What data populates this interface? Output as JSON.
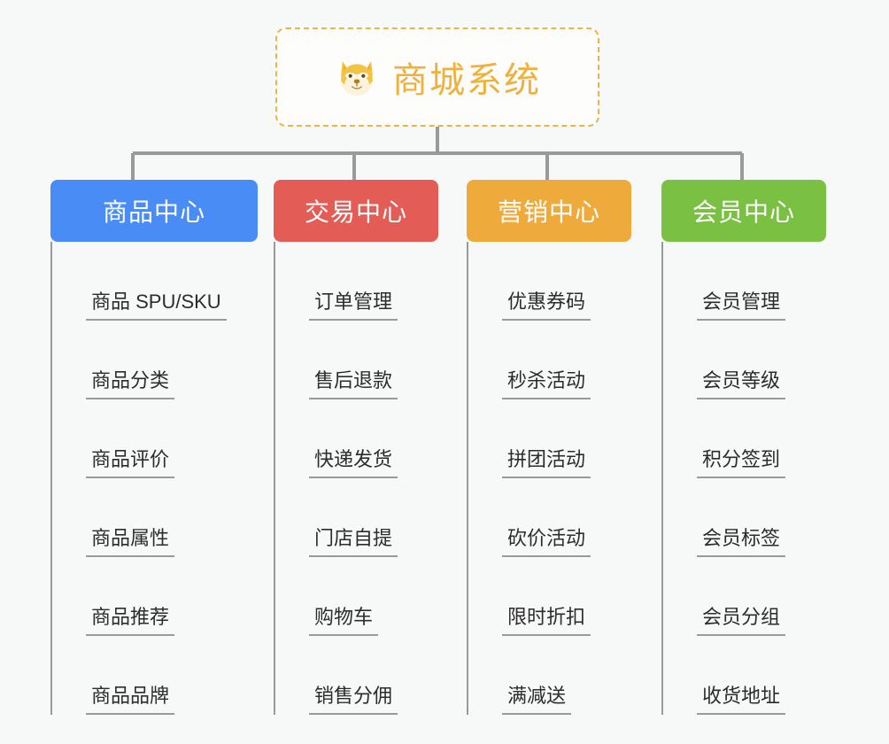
{
  "diagram": {
    "type": "mindmap",
    "background_color": "#f7f8f8",
    "root": {
      "title": "商城系统",
      "icon": "dog-face-emoji",
      "icon_glyph": "🐶",
      "text_color": "#f0b03c",
      "border_color": "#eeb344",
      "border_style": "dashed"
    },
    "connector_color": "#9a9a9a",
    "branches": [
      {
        "label": "商品中心",
        "color": "#4a8cf5",
        "items": [
          "商品 SPU/SKU",
          "商品分类",
          "商品评价",
          "商品属性",
          "商品推荐",
          "商品品牌"
        ]
      },
      {
        "label": "交易中心",
        "color": "#e45c56",
        "items": [
          "订单管理",
          "售后退款",
          "快递发货",
          "门店自提",
          "购物车",
          "销售分佣"
        ]
      },
      {
        "label": "营销中心",
        "color": "#eeab3c",
        "items": [
          "优惠券码",
          "秒杀活动",
          "拼团活动",
          "砍价活动",
          "限时折扣",
          "满减送"
        ]
      },
      {
        "label": "会员中心",
        "color": "#7ac143",
        "items": [
          "会员管理",
          "会员等级",
          "积分签到",
          "会员标签",
          "会员分组",
          "收货地址"
        ]
      }
    ]
  }
}
